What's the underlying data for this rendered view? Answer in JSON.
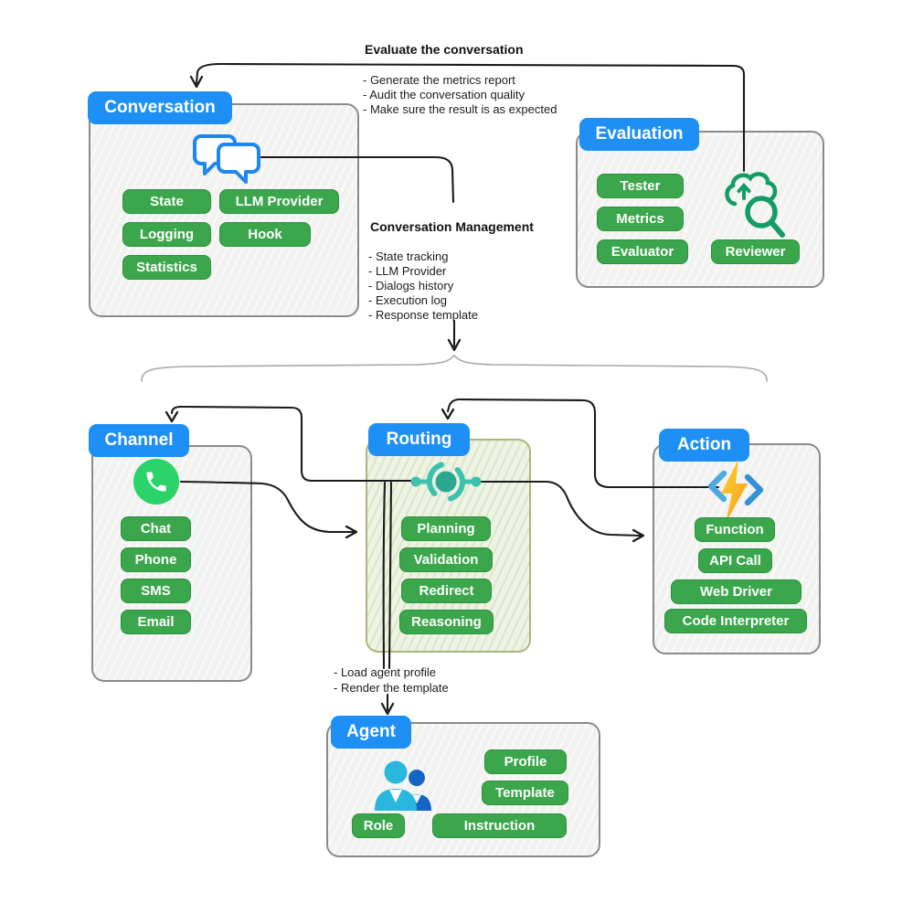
{
  "annotations": {
    "evaluate": {
      "title": "Evaluate the conversation",
      "bullets": [
        "- Generate the metrics report",
        "- Audit the conversation quality",
        "- Make sure the result is as expected"
      ]
    },
    "conversation_management": {
      "title": "Conversation Management",
      "bullets": [
        "- State tracking",
        "- LLM Provider",
        "- Dialogs history",
        "- Execution log",
        "- Response template"
      ]
    },
    "agent_notes": {
      "bullets": [
        "- Load agent profile",
        "- Render the template"
      ]
    }
  },
  "boxes": {
    "conversation": {
      "title": "Conversation",
      "icon": "chat-bubbles-icon",
      "pills": [
        "State",
        "LLM Provider",
        "Logging",
        "Hook",
        "Statistics"
      ]
    },
    "evaluation": {
      "title": "Evaluation",
      "icon": "cloud-search-icon",
      "pills": [
        "Tester",
        "Metrics",
        "Evaluator",
        "Reviewer"
      ]
    },
    "channel": {
      "title": "Channel",
      "icon": "whatsapp-icon",
      "pills": [
        "Chat",
        "Phone",
        "SMS",
        "Email"
      ]
    },
    "routing": {
      "title": "Routing",
      "icon": "router-hub-icon",
      "pills": [
        "Planning",
        "Validation",
        "Redirect",
        "Reasoning"
      ]
    },
    "action": {
      "title": "Action",
      "icon": "lightning-code-icon",
      "pills": [
        "Function",
        "API Call",
        "Web Driver",
        "Code Interpreter"
      ]
    },
    "agent": {
      "title": "Agent",
      "icon": "people-icon",
      "pills": [
        "Profile",
        "Template",
        "Role",
        "Instruction"
      ]
    }
  },
  "colors": {
    "header_blue": "#1d8ff5",
    "pill_green": "#3ba64b",
    "pill_border_green": "#2c9140",
    "box_fill": "#f5f5f4",
    "box_border": "#8a8a8a",
    "routing_fill": "#eef3e3",
    "routing_border": "#a9b77d",
    "wire_black": "#1b1b1b",
    "brace_gray": "#a8a8a8",
    "whatsapp_green": "#2bd369",
    "hub_teal": "#3cc2ad",
    "hub_core_teal": "#2aa78f",
    "eval_icon_green": "#149c66",
    "chat_icon_blue": "#1e87ee",
    "bolt_orange": "#f59d0c",
    "bolt_yellow": "#ffd23e",
    "bracket_blue": "#4da9e0",
    "person_cyan": "#29b7dd",
    "person_blue": "#1565c4"
  }
}
